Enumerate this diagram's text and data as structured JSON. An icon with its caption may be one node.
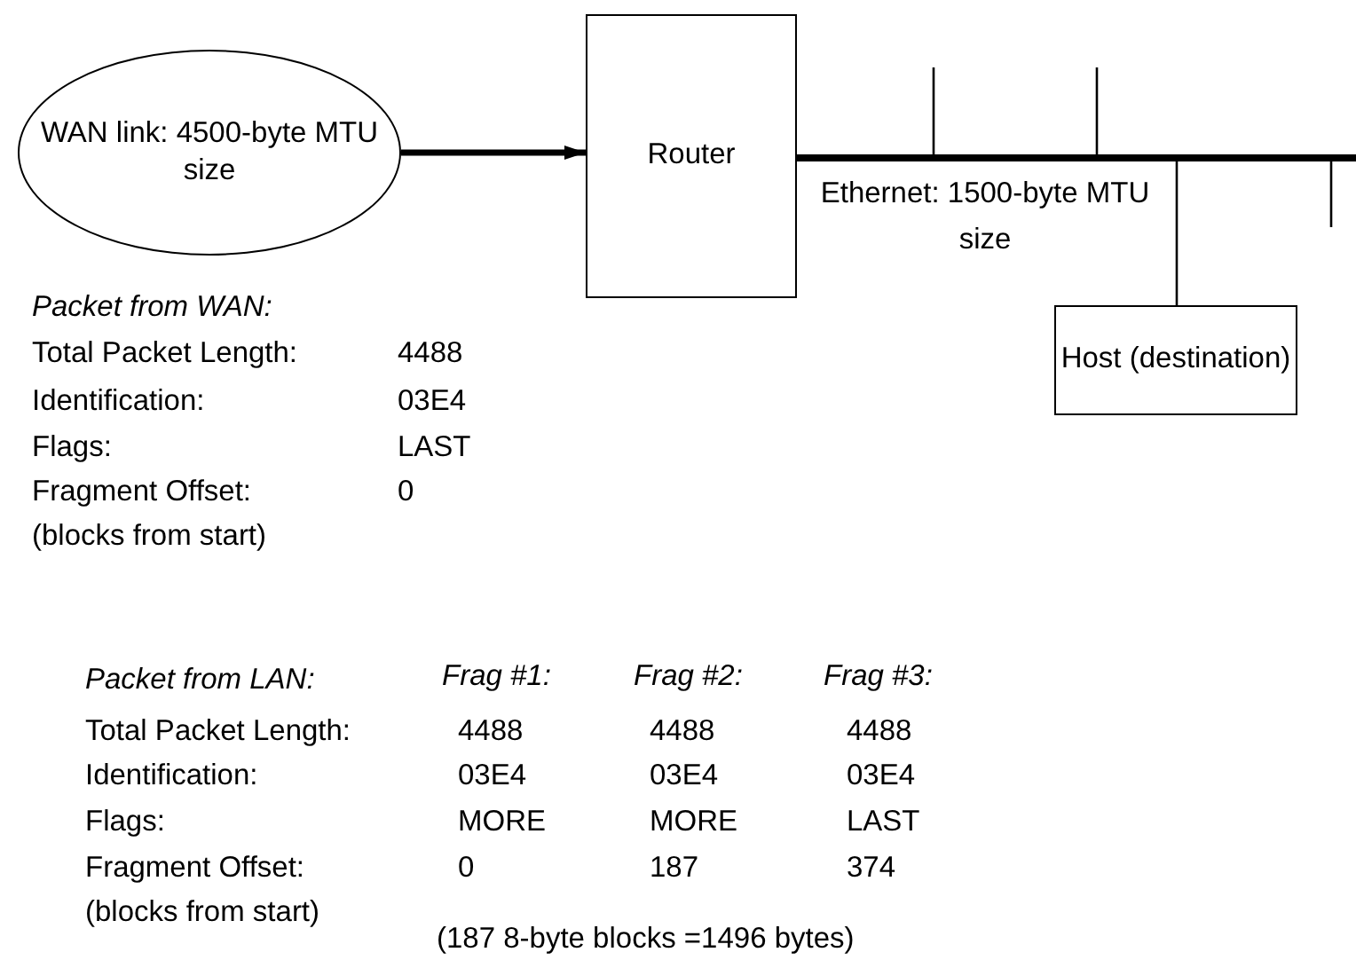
{
  "diagram": {
    "nodes": [
      {
        "text": [
          "WAN link: 4500-byte MTU size"
        ]
      },
      {
        "text": [
          "Router"
        ]
      },
      {
        "text": [],
        "shape": "bar",
        "beside": [
          "Ethernet: 1500-byte MTU size"
        ]
      },
      {
        "text": [
          "Host (destination)"
        ]
      }
    ],
    "edges": [
      {
        "from": 0,
        "to": 1,
        "arrow": "to",
        "style": "thick"
      },
      {
        "from": 2,
        "to": 3,
        "arrow": "none"
      }
    ],
    "labels": [
      "Packet from WAN:",
      "Total Packet Length:",
      "4488",
      "Identification:",
      "03E4",
      "Flags:",
      "LAST",
      "Fragment Offset:",
      "0",
      "(blocks from start)",
      "Packet from LAN:",
      "Frag #1:",
      "Frag #2:",
      "Frag #3:",
      "Total Packet Length:",
      "4488",
      "4488",
      "4488",
      "Identification:",
      "03E4",
      "03E4",
      "03E4",
      "Flags:",
      "MORE",
      "MORE",
      "LAST",
      "Fragment Offset:",
      "0",
      "187",
      "374",
      "(blocks from start)",
      "(187 8-byte blocks =1496 bytes)"
    ]
  }
}
